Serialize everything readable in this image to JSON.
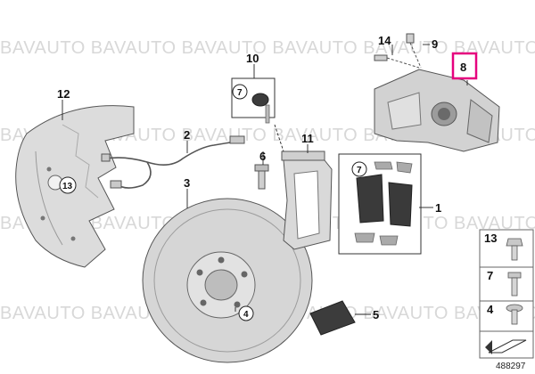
{
  "watermark": {
    "text": "BAVAUTO BAVAUTO BAVAUTO BAVAUTO BAVAUTO BAVAUTO BAVAUTO"
  },
  "diagram": {
    "reference_number": "488297",
    "highlight_color": "#e6007e",
    "callouts": {
      "p1": "1",
      "p2": "2",
      "p3": "3",
      "p4": "4",
      "p5": "5",
      "p6": "6",
      "p7": "7",
      "p8": "8",
      "p9": "9",
      "p10": "10",
      "p11": "11",
      "p12": "12",
      "p13": "13",
      "p14": "14"
    },
    "circled": {
      "c13": "13",
      "c7a": "7",
      "c7b": "7",
      "c4": "4"
    },
    "legend": {
      "items": [
        "13",
        "7",
        "4"
      ]
    }
  }
}
